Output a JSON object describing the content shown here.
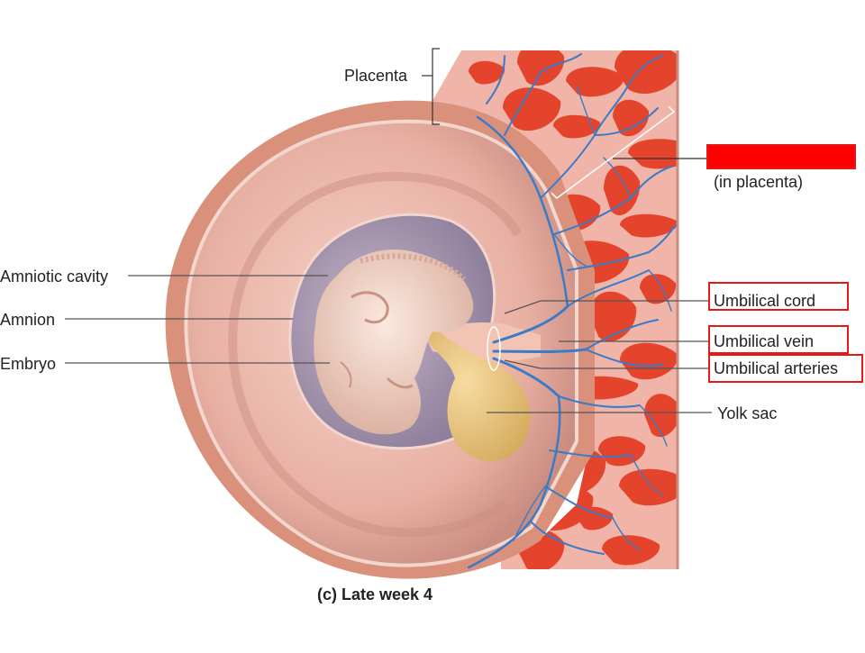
{
  "colors": {
    "placenta_tissue": "#f0b4a8",
    "placenta_blood": "#e4432c",
    "vessels": "#3a7bc8",
    "outer_membrane": "#d9917c",
    "chorionic_cavity": "#d99a8e",
    "amniotic_cavity": "#9a8aa6",
    "embryo": "#eed1c4",
    "yolk_sac": "#e6c27a",
    "highlight_box": "#e11a1a"
  },
  "labels": {
    "placenta": "Placenta",
    "in_placenta": "(in placenta)",
    "amniotic_cavity": "Amniotic cavity",
    "amnion": "Amnion",
    "embryo": "Embryo",
    "umbilical_cord": "Umbilical cord",
    "umbilical_vein": "Umbilical vein",
    "umbilical_arteries": "Umbilical arteries",
    "yolk_sac": "Yolk sac"
  },
  "caption": "(c) Late week 4"
}
